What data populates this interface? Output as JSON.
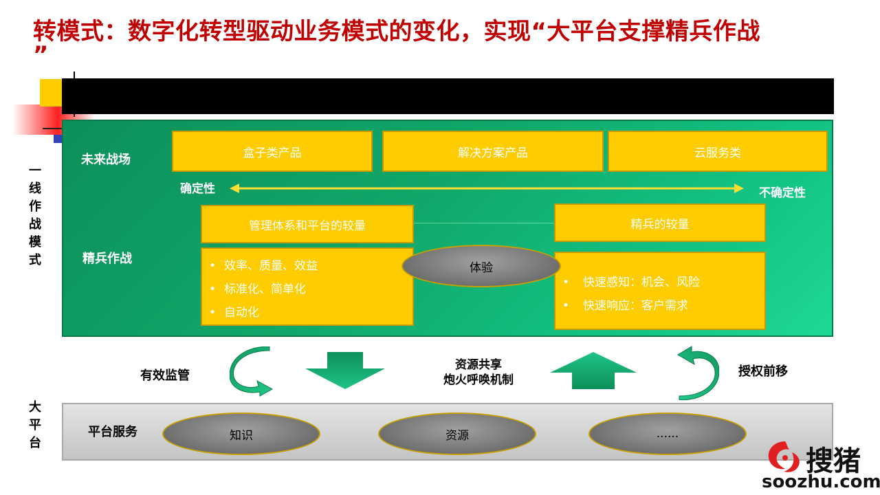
{
  "title": {
    "main": "转模式：数字化转型驱动业务模式的变化，实现“大平台支撑精兵作战",
    "tail": "”"
  },
  "side_labels": {
    "frontline": [
      "一",
      "线",
      "作",
      "战",
      "模",
      "式"
    ],
    "platform": [
      "大",
      "平",
      "台"
    ]
  },
  "future_battlefield": {
    "label": "未来战场",
    "boxes": [
      "盒子类产品",
      "解决方案产品",
      "云服务类"
    ]
  },
  "certainty_axis": {
    "left": "确定性",
    "right": "不确定性"
  },
  "elite_combat": {
    "label": "精兵作战",
    "left_header": "管理体系和平台的较量",
    "left_items": [
      "效率、质量、效益",
      "标准化、简单化",
      "自动化"
    ],
    "center": "体验",
    "right_header": "精兵的较量",
    "right_items": [
      "快速感知：机会、风险",
      "快速响应：客户需求"
    ]
  },
  "connectors": {
    "left": "有效监管",
    "center_line1": "资源共享",
    "center_line2": "炮火呼唤机制",
    "right": "授权前移"
  },
  "platform_service": {
    "label": "平台服务",
    "items": [
      "知识",
      "资源",
      "......"
    ]
  },
  "watermark": {
    "text": "soozhu.com",
    "cn": "搜猪"
  },
  "colors": {
    "title_red": "#c00000",
    "panel_green": "#10a86a",
    "box_yellow": "#ffcc00",
    "arrow_green": "#14a86a"
  }
}
